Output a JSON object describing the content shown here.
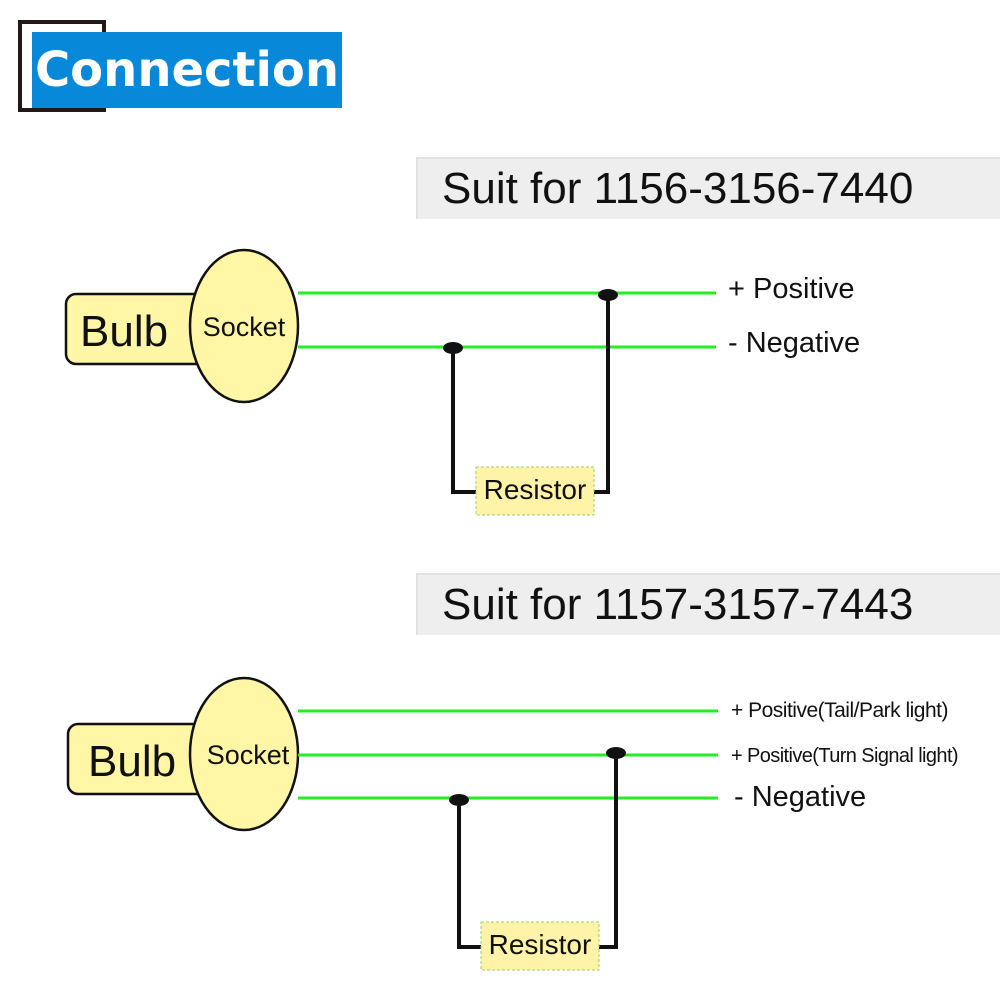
{
  "header": {
    "title": "Connection"
  },
  "colors": {
    "accent": "#0788d9",
    "wire": "#22ee22",
    "component_fill": "#fff6a6",
    "resistor_fill": "#fff3a8"
  },
  "diagram1": {
    "suit_label": "Suit for 1156-3156-7440",
    "bulb": "Bulb",
    "socket": "Socket",
    "wires": [
      "+ Positive",
      "- Negative"
    ],
    "resistor": "Resistor"
  },
  "diagram2": {
    "suit_label": "Suit for 1157-3157-7443",
    "bulb": "Bulb",
    "socket": "Socket",
    "wires": [
      "+ Positive(Tail/Park light)",
      "+ Positive(Turn Signal light)",
      "- Negative"
    ],
    "resistor": "Resistor"
  }
}
